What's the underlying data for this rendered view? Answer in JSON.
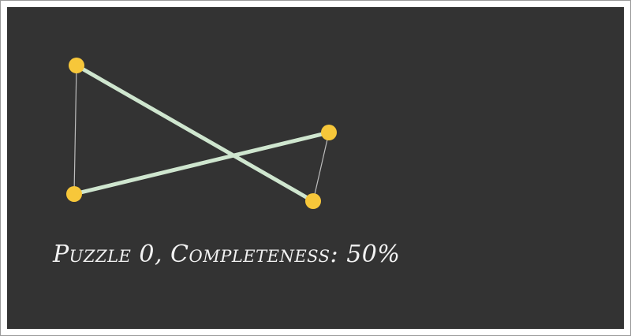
{
  "game": {
    "puzzle_index": 0,
    "completeness_percent": 50,
    "status_text": "Puzzle 0, Completeness: 50%",
    "colors": {
      "background": "#333333",
      "node": "#f7c73a",
      "connected_line": "#cfe6cf",
      "faint_line": "#bdbdbd",
      "text": "#f2f2f2"
    },
    "nodes": [
      {
        "id": "A"
      },
      {
        "id": "B"
      },
      {
        "id": "C"
      },
      {
        "id": "D"
      }
    ],
    "edges": [
      {
        "from": "A",
        "to": "D",
        "style": "connected"
      },
      {
        "from": "C",
        "to": "B",
        "style": "connected"
      },
      {
        "from": "A",
        "to": "C",
        "style": "faint"
      },
      {
        "from": "B",
        "to": "D",
        "style": "faint"
      }
    ]
  }
}
